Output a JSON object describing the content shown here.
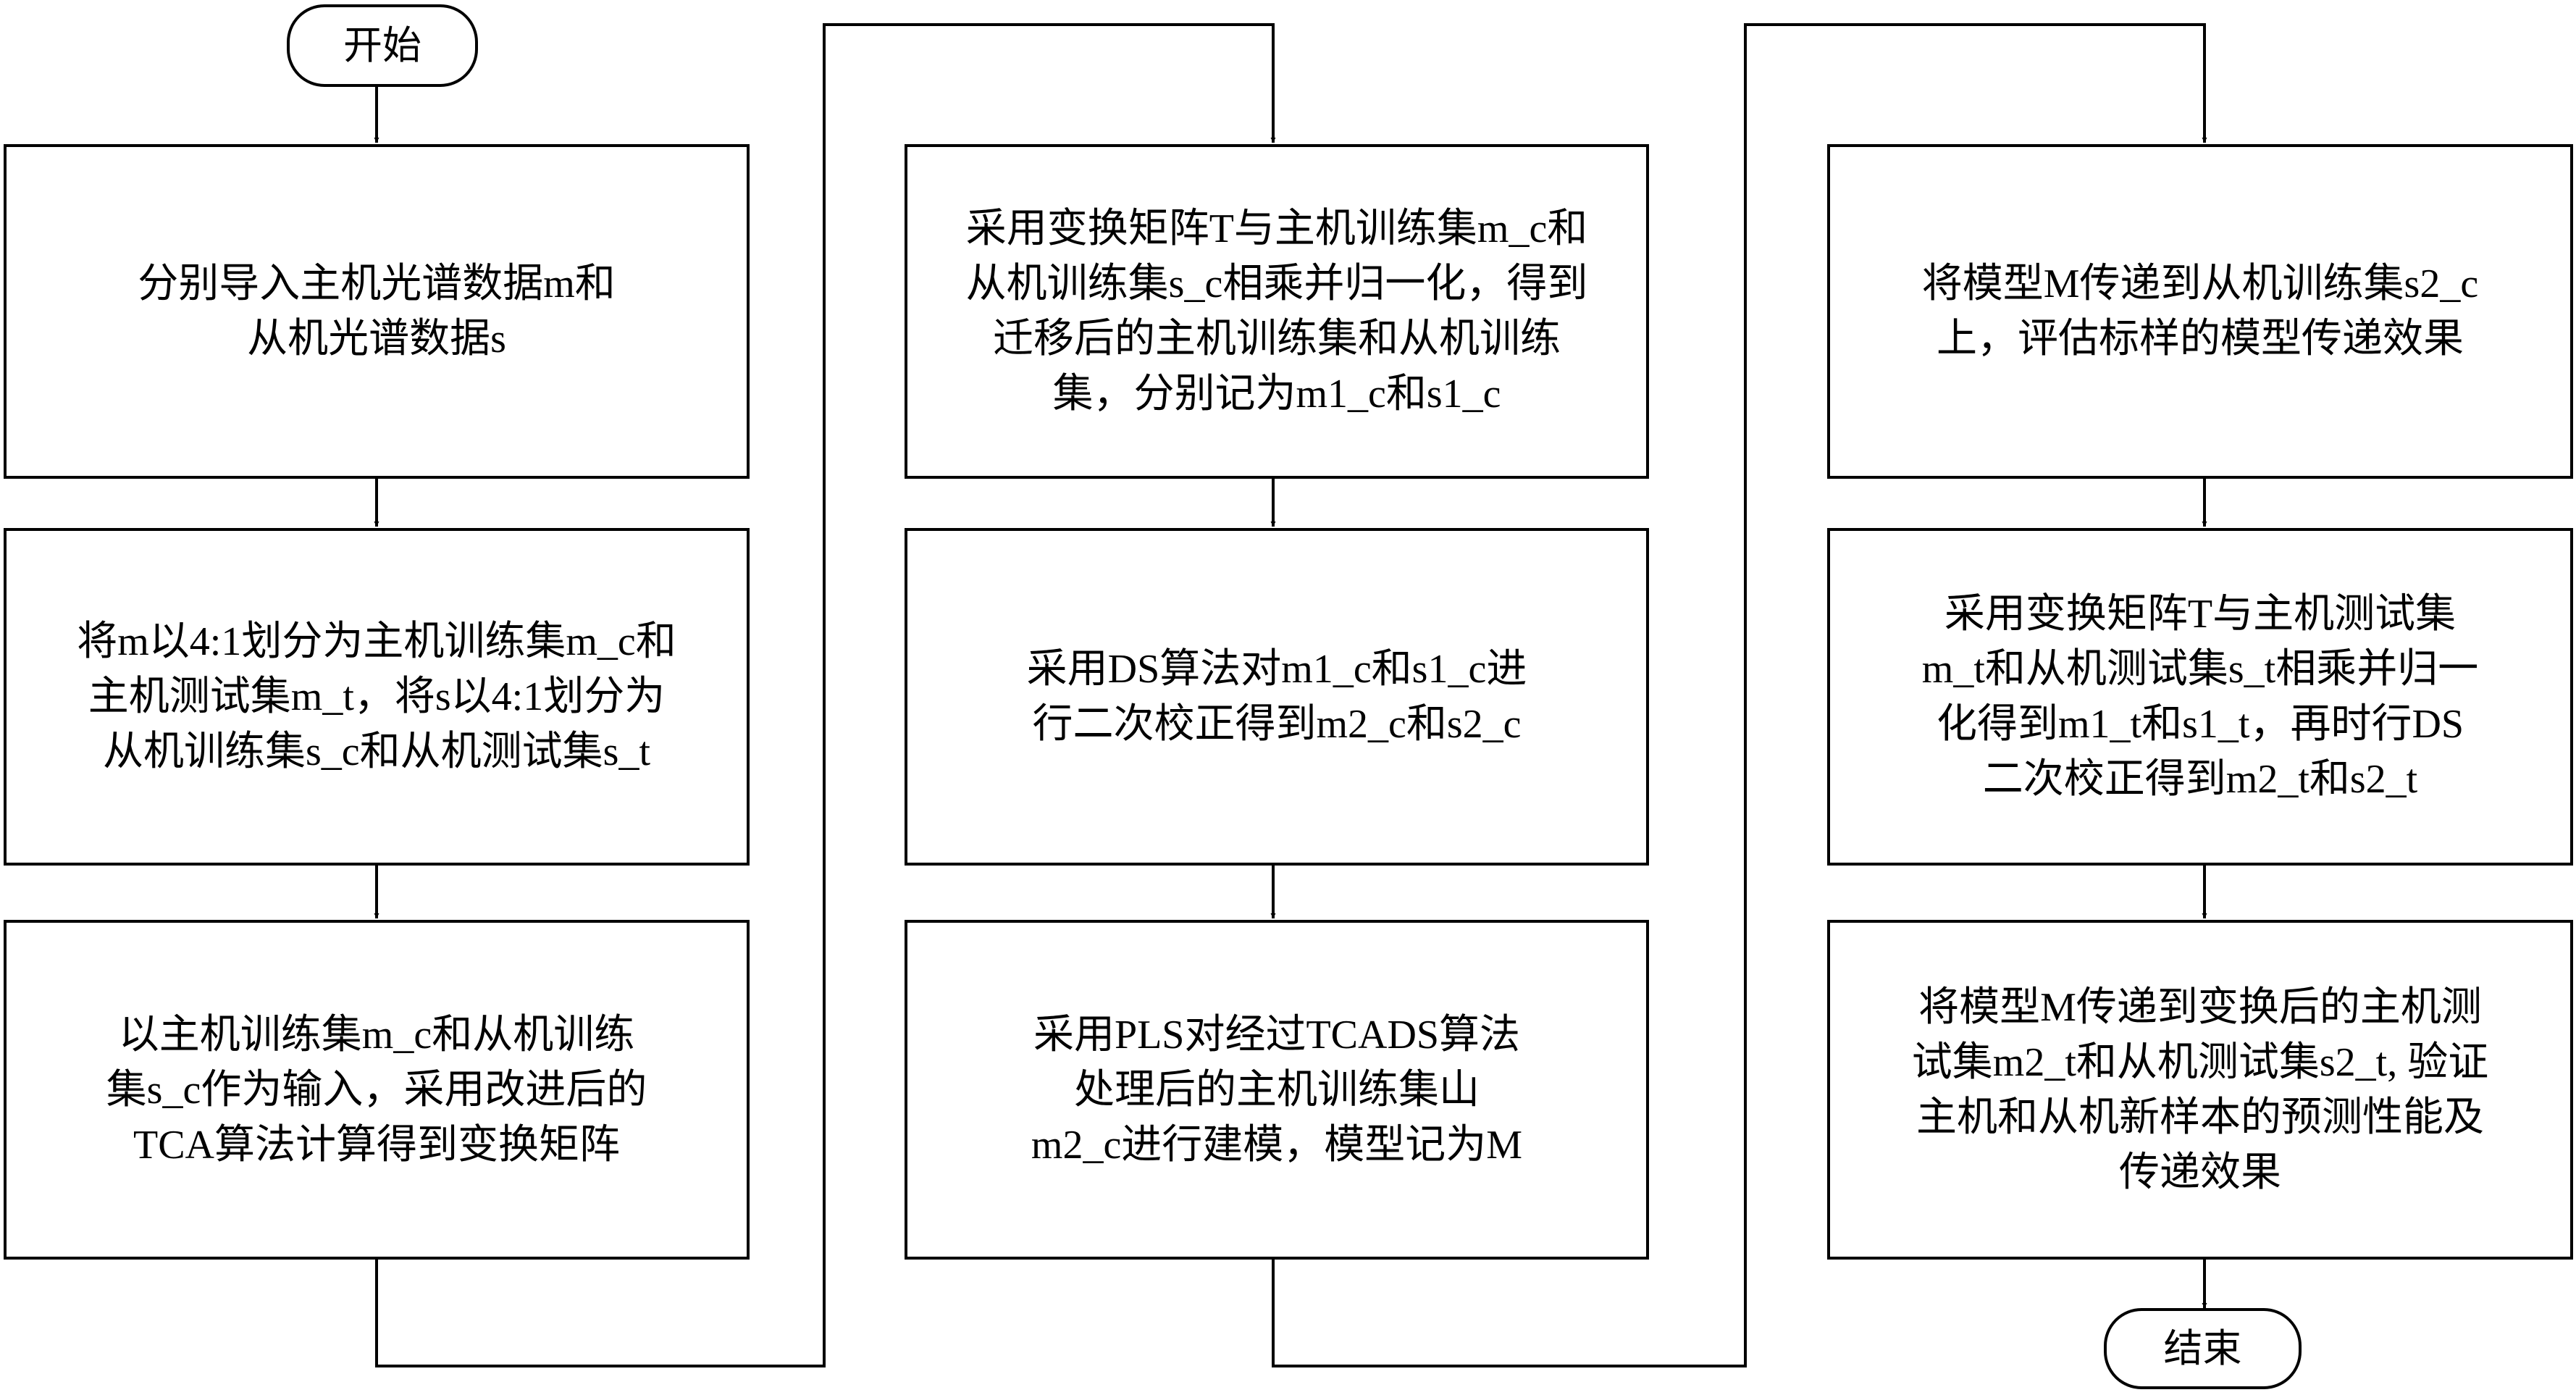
{
  "terminals": {
    "start": "开始",
    "end": "结束"
  },
  "steps": [
    "分别导入主机光谱数据m和\n从机光谱数据s",
    "将m以4:1划分为主机训练集m_c和\n主机测试集m_t，将s以4:1划分为\n从机训练集s_c和从机测试集s_t",
    "以主机训练集m_c和从机训练\n集s_c作为输入，采用改进后的\nTCA算法计算得到变换矩阵",
    "采用变换矩阵T与主机训练集m_c和\n从机训练集s_c相乘并归一化，得到\n迁移后的主机训练集和从机训练\n集，分别记为m1_c和s1_c",
    "采用DS算法对m1_c和s1_c进\n行二次校正得到m2_c和s2_c",
    "采用PLS对经过TCADS算法\n处理后的主机训练集山\nm2_c进行建模，模型记为M",
    "将模型M传递到从机训练集s2_c\n上，评估标样的模型传递效果",
    "采用变换矩阵T与主机测试集\nm_t和从机测试集s_t相乘并归一\n化得到m1_t和s1_t，再时行DS\n二次校正得到m2_t和s2_t",
    "将模型M传递到变换后的主机测\n试集m2_t和从机测试集s2_t, 验证\n主机和从机新样本的预测性能及\n传递效果"
  ]
}
